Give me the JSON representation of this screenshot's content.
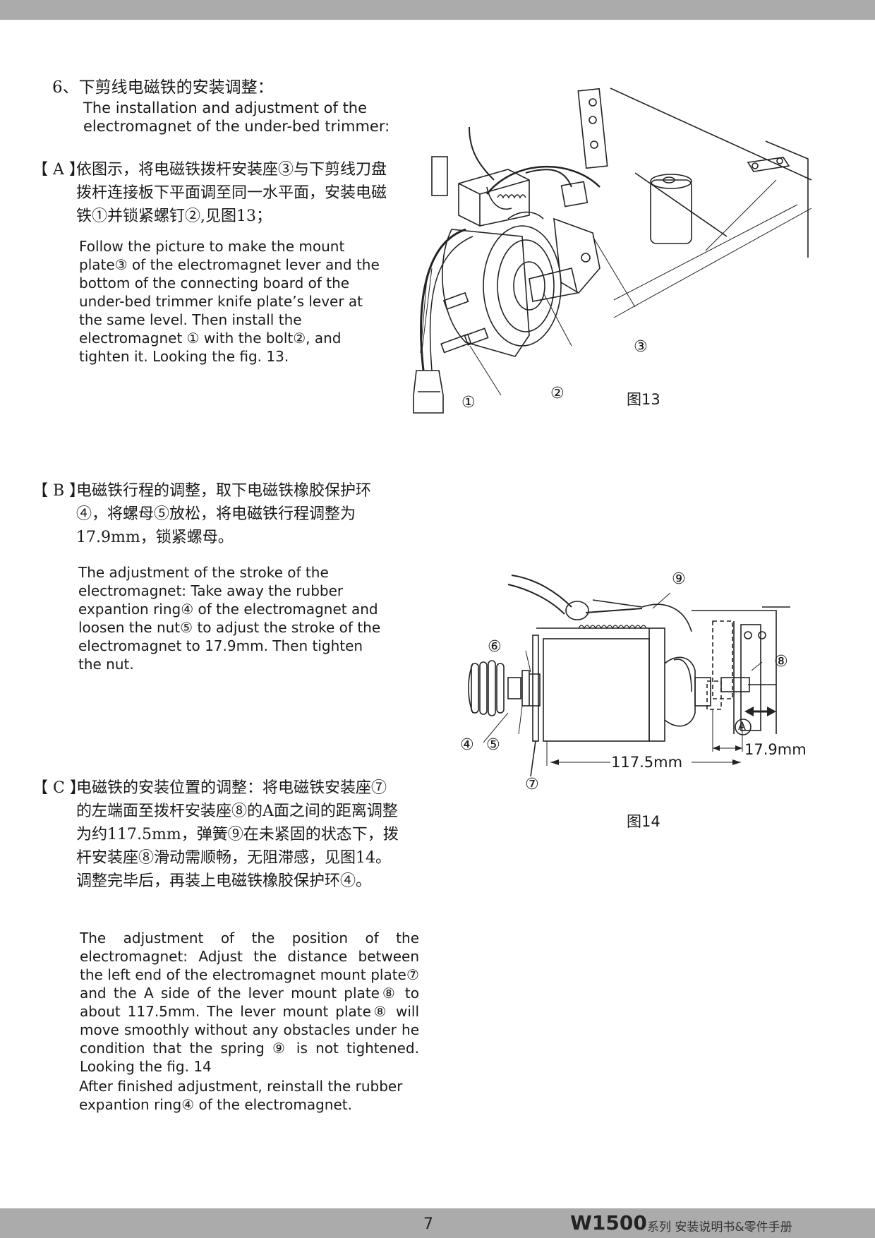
{
  "heading": {
    "cn": "6、下剪线电磁铁的安装调整：",
    "en": "The installation and adjustment of the electromagnet of the under-bed trimmer:"
  },
  "section_a": {
    "tag": "【 A 】",
    "cn": "依图示，将电磁铁拨杆安装座③与下剪线刀盘拨杆连接板下平面调至同一水平面，安装电磁铁①并锁紧螺钉②,见图13；",
    "en": "Follow the picture to make the mount plate③ of the electromagnet lever and the bottom of the connecting board of the under-bed trimmer knife plate’s lever at the same level. Then install the electromagnet ① with the bolt②, and tighten it. Looking the fig. 13."
  },
  "section_b": {
    "tag": "【 B 】",
    "cn": "电磁铁行程的调整，取下电磁铁橡胶保护环④，将螺母⑤放松，将电磁铁行程调整为17.9mm，锁紧螺母。",
    "en": "The adjustment of the stroke of the electromagnet: Take away the rubber expantion ring④ of the electromagnet and loosen the nut⑤ to adjust the stroke of the electromagnet to 17.9mm. Then tighten the nut."
  },
  "section_c": {
    "tag": "【 C 】",
    "cn": "电磁铁的安装位置的调整：将电磁铁安装座⑦的左端面至拨杆安装座⑧的A面之间的距离调整为约117.5mm，弹簧⑨在未紧固的状态下，拨杆安装座⑧滑动需顺畅，无阻滞感，见图14。调整完毕后，再装上电磁铁橡胶保护环④。",
    "en_1": "The adjustment of the position of the electromagnet: Adjust the distance between the left end of the electromagnet mount plate⑦ and the A side of the lever mount plate⑧ to about 117.5mm. The lever mount plate⑧ will move smoothly without any obstacles under he condition that the spring ⑨ is not tightened. Looking the fig. 14",
    "en_2": "After finished adjustment, reinstall the rubber expantion ring④ of the electromagnet."
  },
  "fig13": {
    "caption": "图13",
    "callouts": {
      "c1": "①",
      "c2": "②",
      "c3": "③"
    }
  },
  "fig14": {
    "caption": "图14",
    "callouts": {
      "c4": "④",
      "c5": "⑤",
      "c6": "⑥",
      "c7": "⑦",
      "c8": "⑧",
      "c9": "⑨",
      "cA": "A"
    },
    "dim_117": "117.5mm",
    "dim_179": "17.9mm"
  },
  "footer": {
    "page_number": "7",
    "brand": "W1500",
    "subtitle": "系列 安装说明书&零件手册"
  }
}
